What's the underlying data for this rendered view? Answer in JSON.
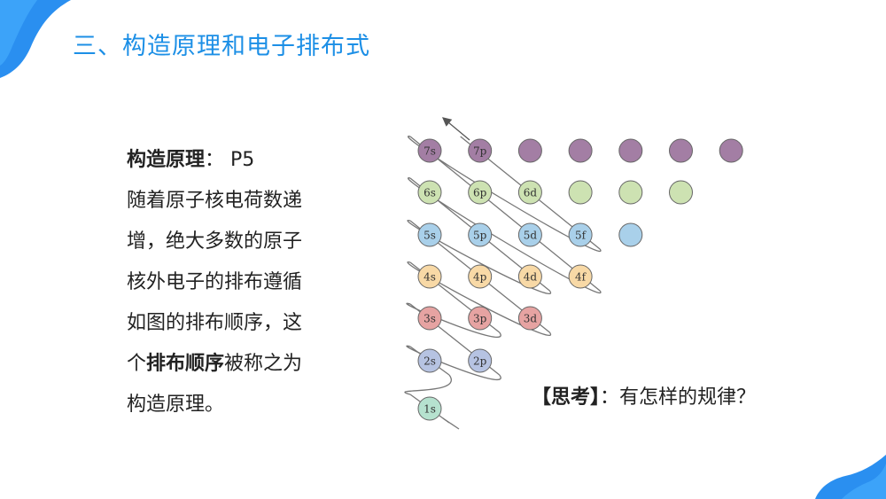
{
  "title": "三、构造原理和电子排布式",
  "body": {
    "heading_label": "构造原理",
    "heading_colon": "：",
    "heading_page": "P5",
    "line1": "随着原子核电荷数递",
    "line2": "增，绝大多数的原子",
    "line3": "核外电子的排布遵循",
    "line4": "如图的排布顺序，这",
    "line5_pre": "个",
    "line5_bold": "排布顺序",
    "line5_post": "被称之为",
    "line6": "构造原理。"
  },
  "think": {
    "bold": "【思考】",
    "rest": "：有怎样的规律？"
  },
  "colors": {
    "title": "#1c8fe6",
    "level7": "#a37ea4",
    "level6": "#cde2b2",
    "level5": "#a9d0ea",
    "level4": "#f8d9a6",
    "level3": "#e6a3a2",
    "level2": "#b6c3e2",
    "level1": "#b6e2cf",
    "path": "#777777"
  },
  "diagram": {
    "rows": [
      {
        "n": 7,
        "labels": [
          "7s",
          "7p",
          "",
          "",
          "",
          "",
          ""
        ]
      },
      {
        "n": 6,
        "labels": [
          "6s",
          "6p",
          "6d",
          "",
          "",
          ""
        ]
      },
      {
        "n": 5,
        "labels": [
          "5s",
          "5p",
          "5d",
          "5f",
          ""
        ]
      },
      {
        "n": 4,
        "labels": [
          "4s",
          "4p",
          "4d",
          "4f"
        ]
      },
      {
        "n": 3,
        "labels": [
          "3s",
          "3p",
          "3d"
        ]
      },
      {
        "n": 2,
        "labels": [
          "2s",
          "2p"
        ]
      },
      {
        "n": 1,
        "labels": [
          "1s"
        ]
      }
    ]
  }
}
